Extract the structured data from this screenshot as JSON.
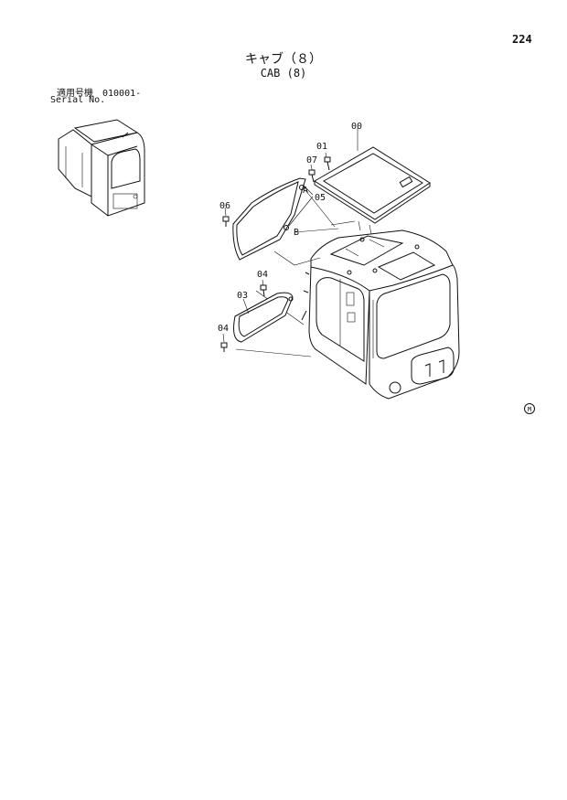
{
  "page_number": "224",
  "title": {
    "japanese": "キャブ（８）",
    "english": "CAB (8)"
  },
  "serial": {
    "label_jp": "適用号機",
    "value": "010001-",
    "label_en": "Serial No."
  },
  "callouts": [
    "00",
    "01",
    "07",
    "05",
    "06",
    "04",
    "03",
    "04"
  ],
  "view_markers": [
    "A",
    "B"
  ],
  "corner_mark": "M"
}
